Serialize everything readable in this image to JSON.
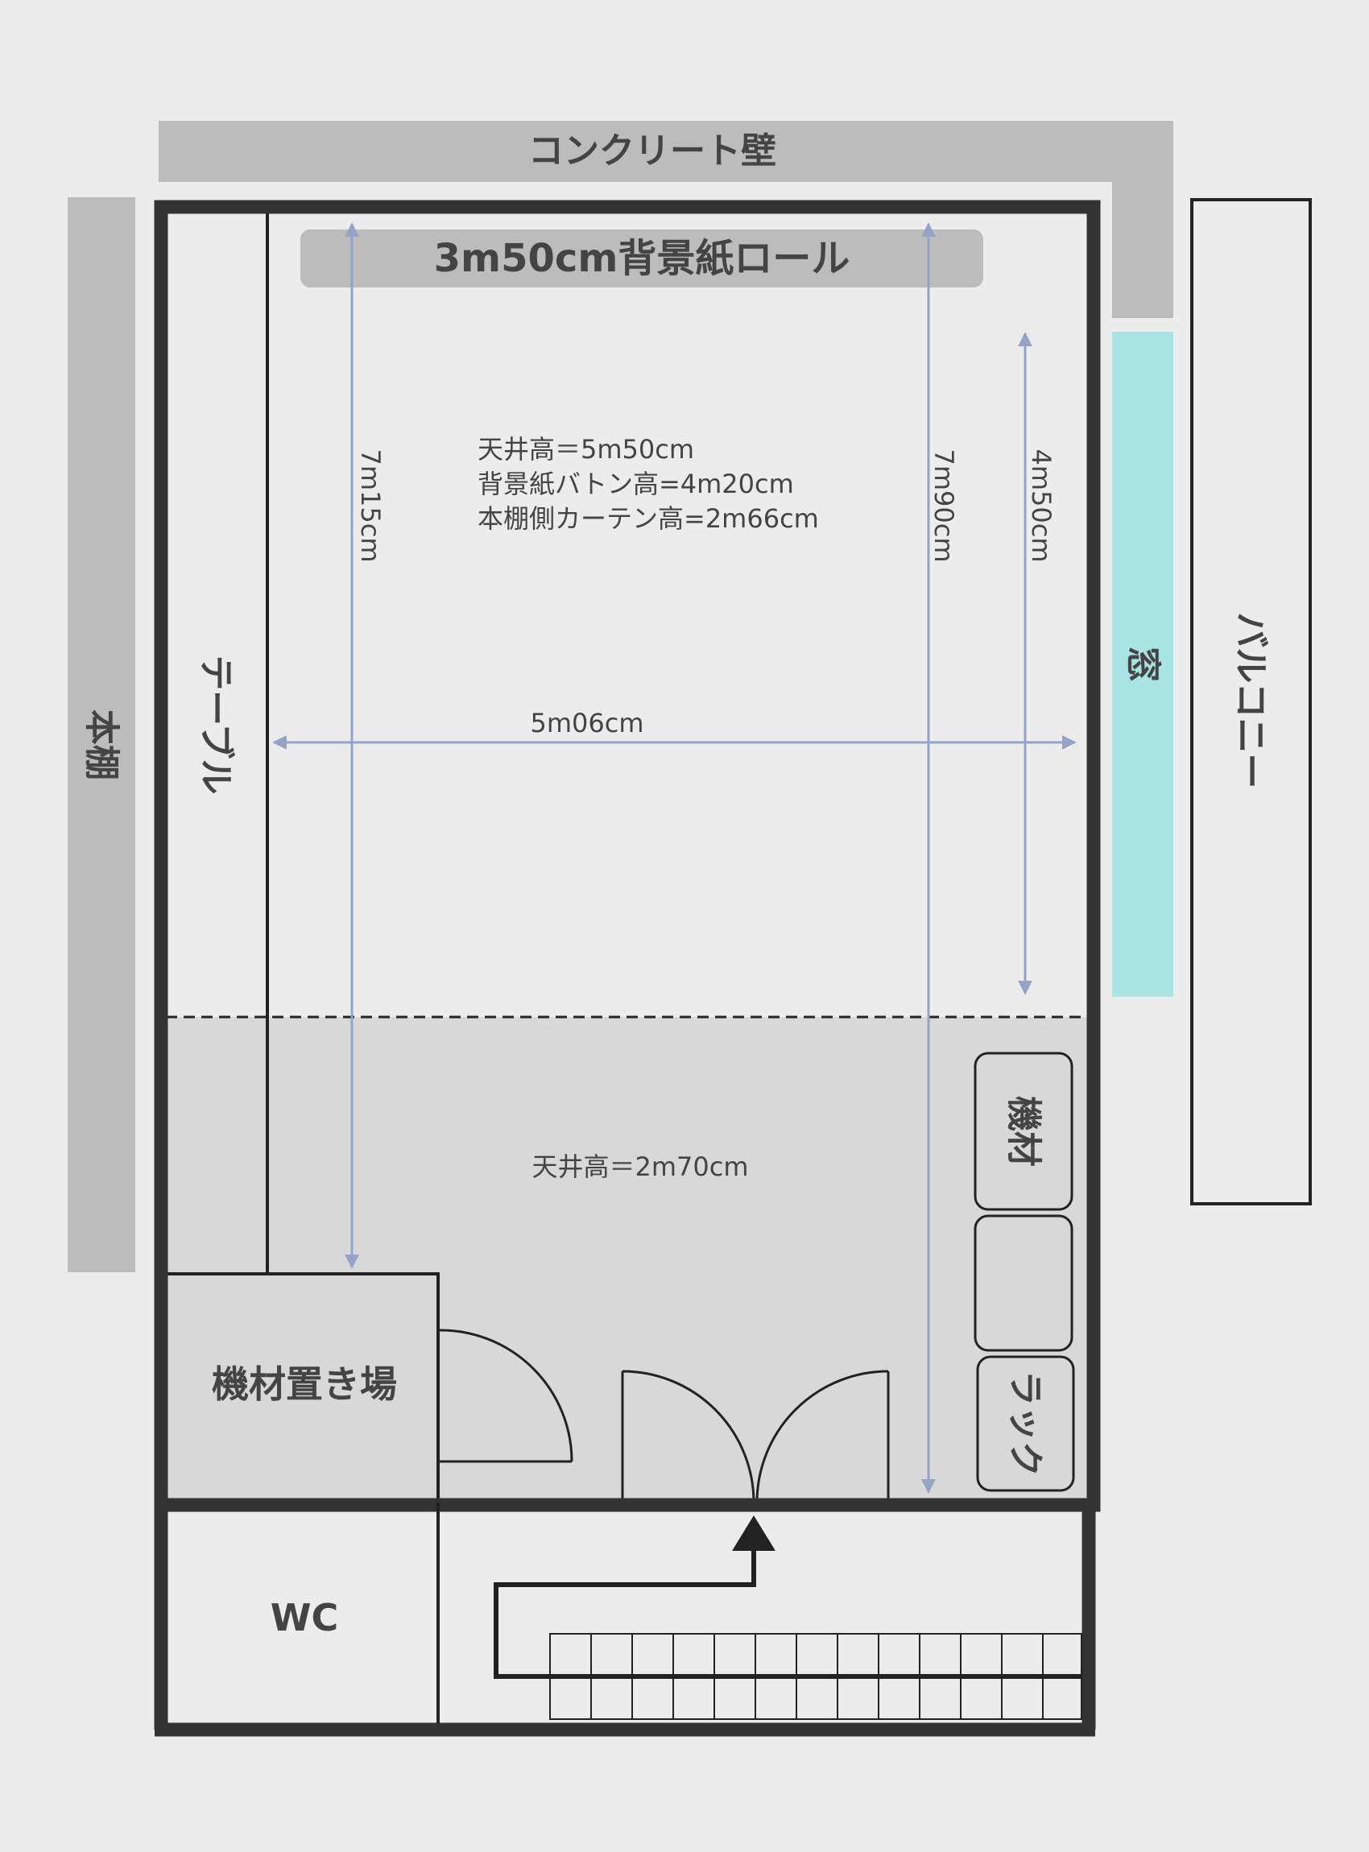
{
  "labels": {
    "concrete_wall": "コンクリート壁",
    "backdrop_roll": "3m50cm背景紙ロール",
    "bookshelf": "本棚",
    "table": "テーブル",
    "window": "窓",
    "balcony": "バルコニー",
    "equipment": "機材",
    "rack": "ラック",
    "equipment_storage": "機材置き場",
    "wc": "WC"
  },
  "notes": {
    "ceiling_main": "天井高＝5m50cm",
    "batten_height": "背景紙バトン高=4m20cm",
    "curtain_height": "本棚側カーテン高=2m66cm",
    "ceiling_low": "天井高＝2m70cm"
  },
  "dimensions": {
    "left_length": "7m15cm",
    "right_length": "7m90cm",
    "window_length": "4m50cm",
    "width": "5m06cm"
  },
  "colors": {
    "background": "#ececec",
    "wall": "#333333",
    "gray_block": "#bcbcbc",
    "low_ceiling_area": "#d8d8d8",
    "window": "#a8e4e4",
    "dimension_line": "#94a3c6",
    "text": "#444444"
  }
}
